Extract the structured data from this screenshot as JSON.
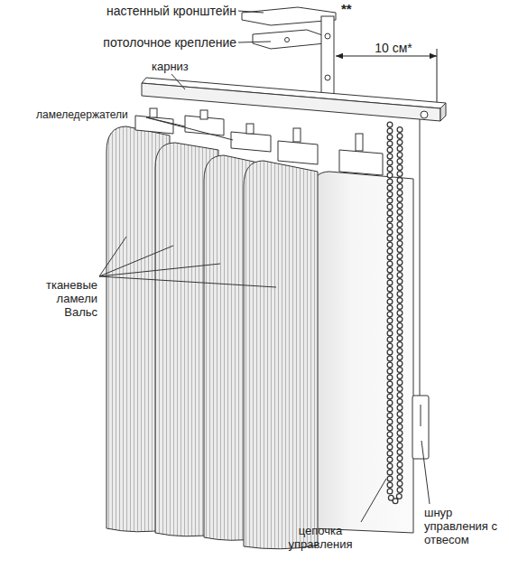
{
  "diagram": {
    "labels": [
      "настенный кронштейн",
      "**",
      "потолочное крепление",
      "10 см*",
      "карниз",
      "ламеледержатели",
      "тканевые ламели Вальс",
      "цепочка управления",
      "шнур управления с отвесом"
    ]
  }
}
